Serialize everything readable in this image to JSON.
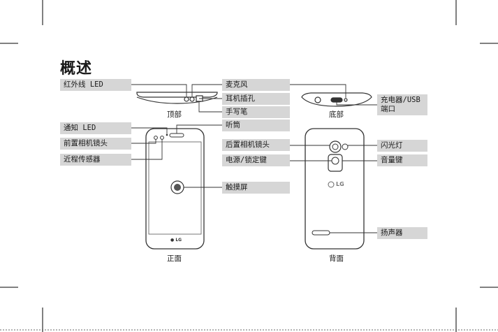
{
  "page": {
    "title": "概述"
  },
  "labels": {
    "ir_led": "红外线 LED",
    "microphone": "麦克风",
    "earphone_jack": "耳机插孔",
    "stylus": "手写笔",
    "charger_port": "充电器/USB 端口",
    "notification_led": "通知 LED",
    "earpiece": "听筒",
    "front_camera": "前置相机镜头",
    "rear_camera": "后置相机镜头",
    "flash": "闪光灯",
    "proximity_sensor": "近程传感器",
    "power_lock_key": "电源/锁定键",
    "volume_keys": "音量键",
    "touchscreen": "触摸屏",
    "speaker": "扬声器"
  },
  "views": {
    "top": "顶部",
    "bottom": "底部",
    "front": "正面",
    "back": "背面"
  },
  "logos": {
    "front_logo": "LG",
    "back_logo": "LG"
  }
}
